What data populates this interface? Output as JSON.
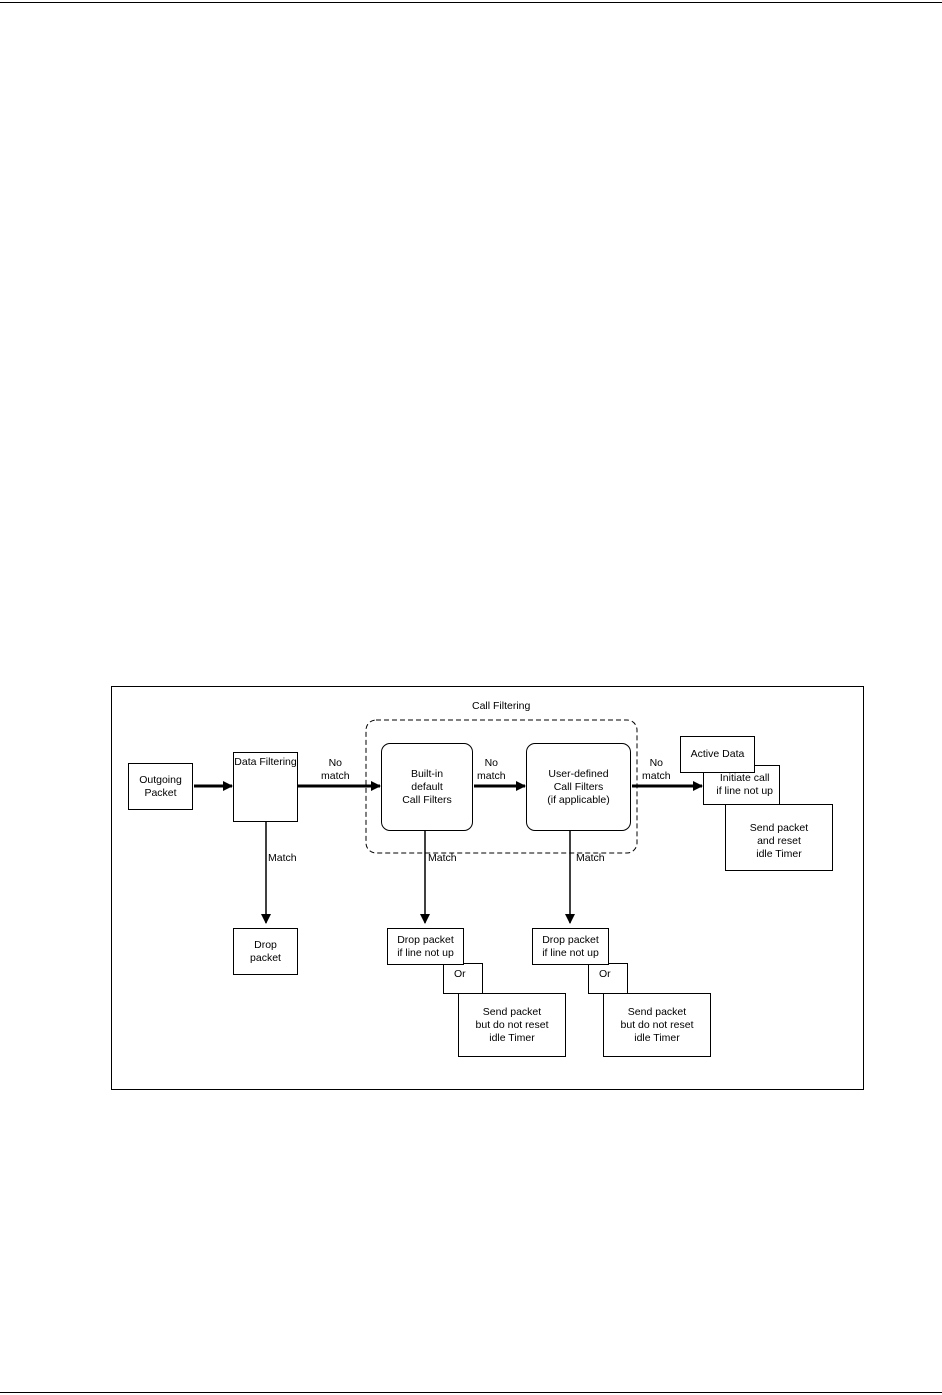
{
  "figure": {
    "group_label": "Call Filtering",
    "nodes": {
      "outgoing_packet": "Outgoing\nPacket",
      "data_filtering": "Data Filtering",
      "builtin_filters": "Built-in\ndefault\nCall Filters",
      "user_defined_filters": "User-defined\nCall Filters\n(if applicable)",
      "drop_packet_1": "Drop\npacket",
      "drop_packet_line_1": "Drop packet\nif line not up",
      "send_packet_1": "Send packet\nbut do not reset\nidle Timer",
      "drop_packet_line_2": "Drop packet\nif line not up",
      "send_packet_2": "Send packet\nbut do not reset\nidle Timer",
      "active_data": "Active Data",
      "initiate_call": "Initiate call\nif line not up",
      "send_packet_reset": "Send packet\nand reset\nidle Timer"
    },
    "edge_labels": {
      "no_match_1": "No\nmatch",
      "no_match_2": "No\nmatch",
      "no_match_3": "No\nmatch",
      "match_1": "Match",
      "match_2": "Match",
      "match_3": "Match",
      "or_1": "Or",
      "or_2": "Or"
    }
  }
}
